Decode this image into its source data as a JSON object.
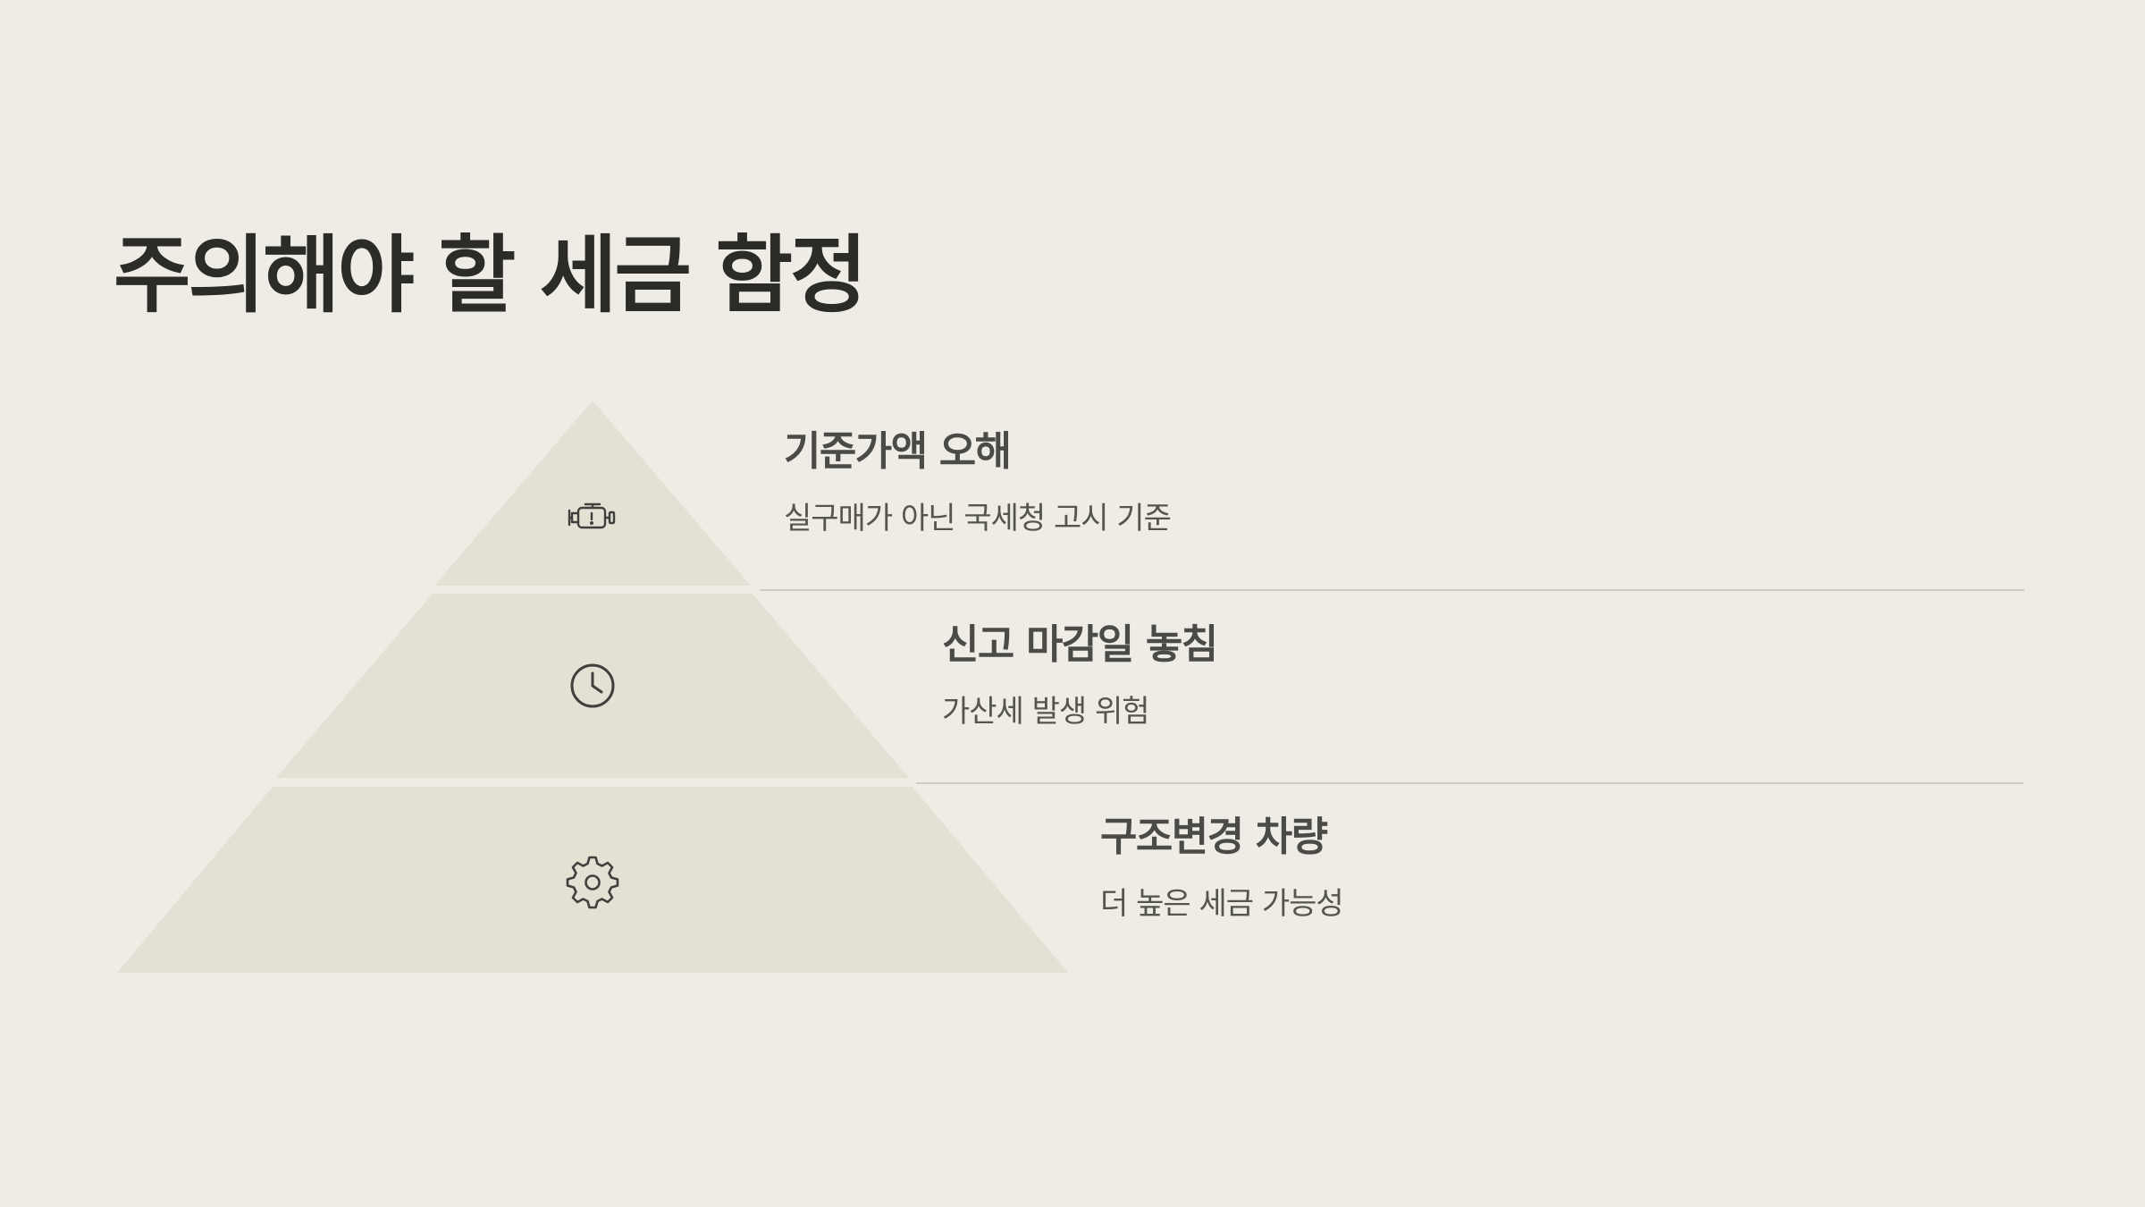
{
  "page": {
    "title": "주의해야 할 세금 함정"
  },
  "tiers": [
    {
      "title": "기준가액 오해",
      "description": "실구매가 아닌 국세청 고시 기준",
      "icon": "engine-icon"
    },
    {
      "title": "신고 마감일 놓침",
      "description": "가산세 발생 위험",
      "icon": "clock-icon"
    },
    {
      "title": "구조변경 차량",
      "description": "더 높은 세금 가능성",
      "icon": "gear-icon"
    }
  ],
  "colors": {
    "background": "#efece5",
    "pyramid_fill": "#e4e0d4",
    "divider": "#cfccc4",
    "title_text": "#2b2b27",
    "body_text": "#4a4a46",
    "icon_stroke": "#3f3f3b"
  }
}
